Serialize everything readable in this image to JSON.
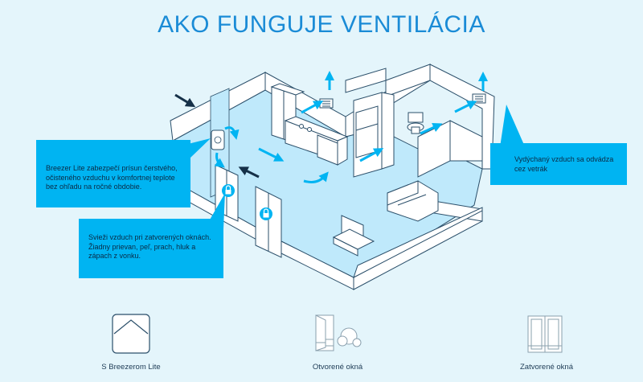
{
  "page": {
    "title": "AKO FUNGUJE VENTILÁCIA"
  },
  "callouts": {
    "breezer": {
      "line1": "Breezer Lite zabezpečí prísun čerstvého,",
      "line2": "očisteného vzduchu v komfortnej teplote",
      "line3": "bez ohľadu na ročné obdobie."
    },
    "fresh": {
      "line1": "Svieži vzduch pri zatvorených oknách.",
      "line2": "Žiadny prievan, peľ, prach, hluk a",
      "line3": "zápach z vonku."
    },
    "exhaust": {
      "line1": "Vydýchaný vzduch sa odvádza",
      "line2": "cez vetrák"
    }
  },
  "legend": [
    {
      "label": "S Breezerom Lite",
      "icon": "breezer-device-icon"
    },
    {
      "label": "Otvorené okná",
      "icon": "open-window-icon"
    },
    {
      "label": "Zatvorené okná",
      "icon": "closed-window-icon"
    }
  ],
  "colors": {
    "accent": "#00b4f2",
    "title": "#1a8bd6",
    "floor": "#bfe9fb",
    "background": "#e4f5fb",
    "dark_arrow": "#153048"
  }
}
